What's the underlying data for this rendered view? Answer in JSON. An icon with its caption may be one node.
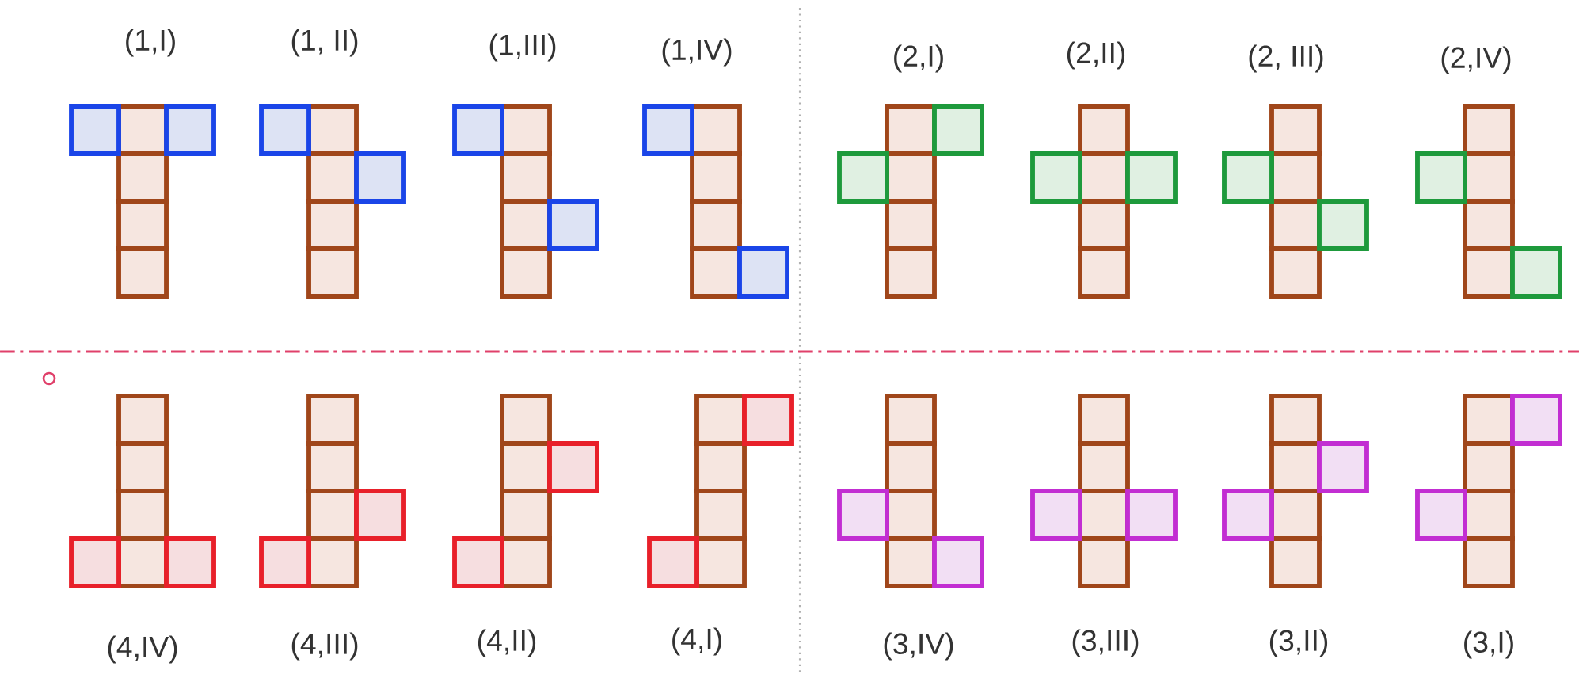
{
  "diagram": {
    "labels": [
      "(1,I)",
      "(1, II)",
      "(1,III)",
      "(1,IV)",
      "(2,I)",
      "(2,II)",
      "(2, III)",
      "(2,IV)",
      "(4,IV)",
      "(4,III)",
      "(4,II)",
      "(4,I)",
      "(3,IV)",
      "(3,III)",
      "(3,II)",
      "(3,I)"
    ]
  }
}
